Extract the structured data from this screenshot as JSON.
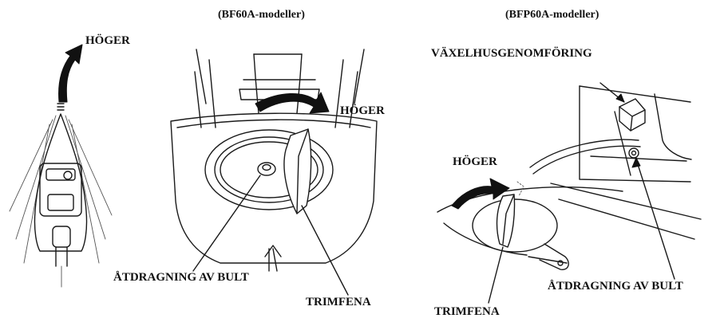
{
  "left": {
    "right_label": "HÖGER"
  },
  "middle": {
    "title": "(BF60A-modeller)",
    "right_label": "HÖGER",
    "bolt_label": "ÅTDRAGNING AV BULT",
    "fin_label": "TRIMFENA"
  },
  "right": {
    "title": "(BFP60A-modeller)",
    "gear_label": "VÄXELHUSGENOMFÖRING",
    "right_label": "HÖGER",
    "bolt_label": "ÅTDRAGNING AV BULT",
    "fin_label": "TRIMFENA"
  }
}
